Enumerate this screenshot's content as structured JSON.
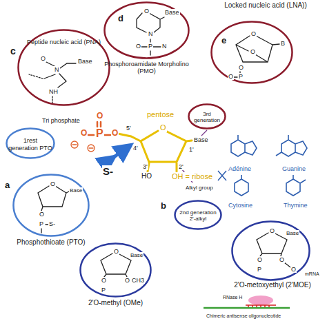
{
  "diagram": {
    "nodes": [
      {
        "text": [
          "Peptide nucleic acid (PNA)"
        ]
      },
      {
        "text": [
          "Phosphoroamidate Morpholino (PMO)"
        ]
      },
      {
        "text": [
          "Locked nucleic acid (LNA))"
        ]
      },
      {
        "text": [
          "1rest generation PTO"
        ]
      },
      {
        "text": [
          "3rd generation"
        ]
      },
      {
        "text": [
          "2nd generation 2'-alkyl"
        ]
      },
      {
        "text": [
          "Phosphothioate (PTO)"
        ]
      },
      {
        "text": [
          "2'O-methyl (OMe)"
        ]
      },
      {
        "text": [
          "2'O-metoxyethyl (2'MOE)"
        ]
      }
    ],
    "labels": [
      "c",
      "d",
      "e",
      "a",
      "b",
      "Tri phosphate",
      "pentose",
      "Base",
      "5'",
      "4'",
      "1'",
      "3'",
      "2'",
      "HO",
      "OH = ribose",
      "S-",
      "Alkyl group",
      "Adénine",
      "Guanine",
      "Cytosine",
      "Thymine",
      "mRNA",
      "RNase H",
      "Chimeric antisense oligonucleotide",
      "P",
      "O",
      "O",
      "O",
      "O",
      "N",
      "Base",
      "O",
      "NH",
      "O",
      "Base",
      "N",
      "P",
      "N",
      "O",
      "O",
      "B",
      "O",
      "O",
      "P",
      "O",
      "O",
      "Base",
      "O",
      "P",
      "S-",
      "O",
      "Base",
      "O",
      "P",
      "O",
      "CH3",
      "O",
      "Base",
      "O",
      "P",
      "O",
      "O"
    ]
  }
}
